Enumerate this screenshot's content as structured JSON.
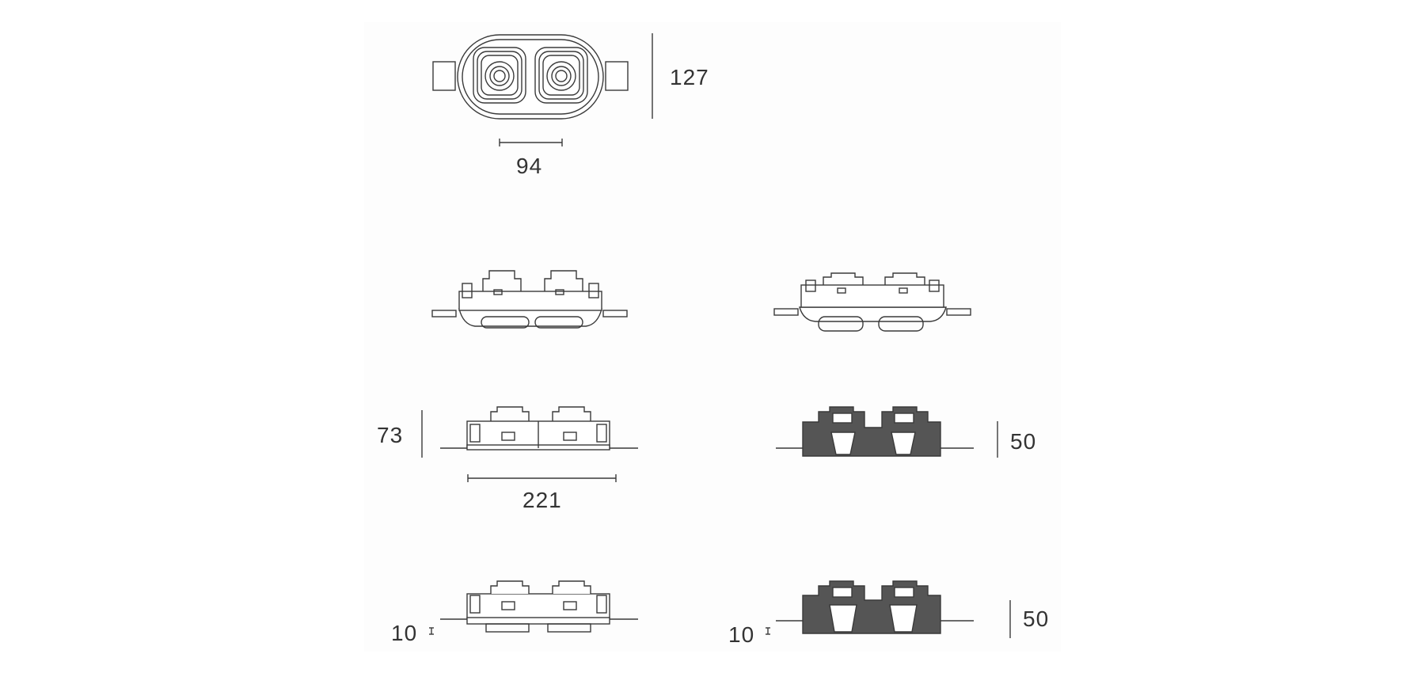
{
  "dimensions": {
    "top_height": "127",
    "top_width": "94",
    "side_height": "73",
    "side_width": "221",
    "trimless_height": "50",
    "flange_left": "10",
    "flange_right": "10",
    "trimless_height_bottom": "50"
  },
  "colors": {
    "line": "#3a3a3a",
    "fill_dark": "#555555",
    "background": "#fdfdfd"
  }
}
